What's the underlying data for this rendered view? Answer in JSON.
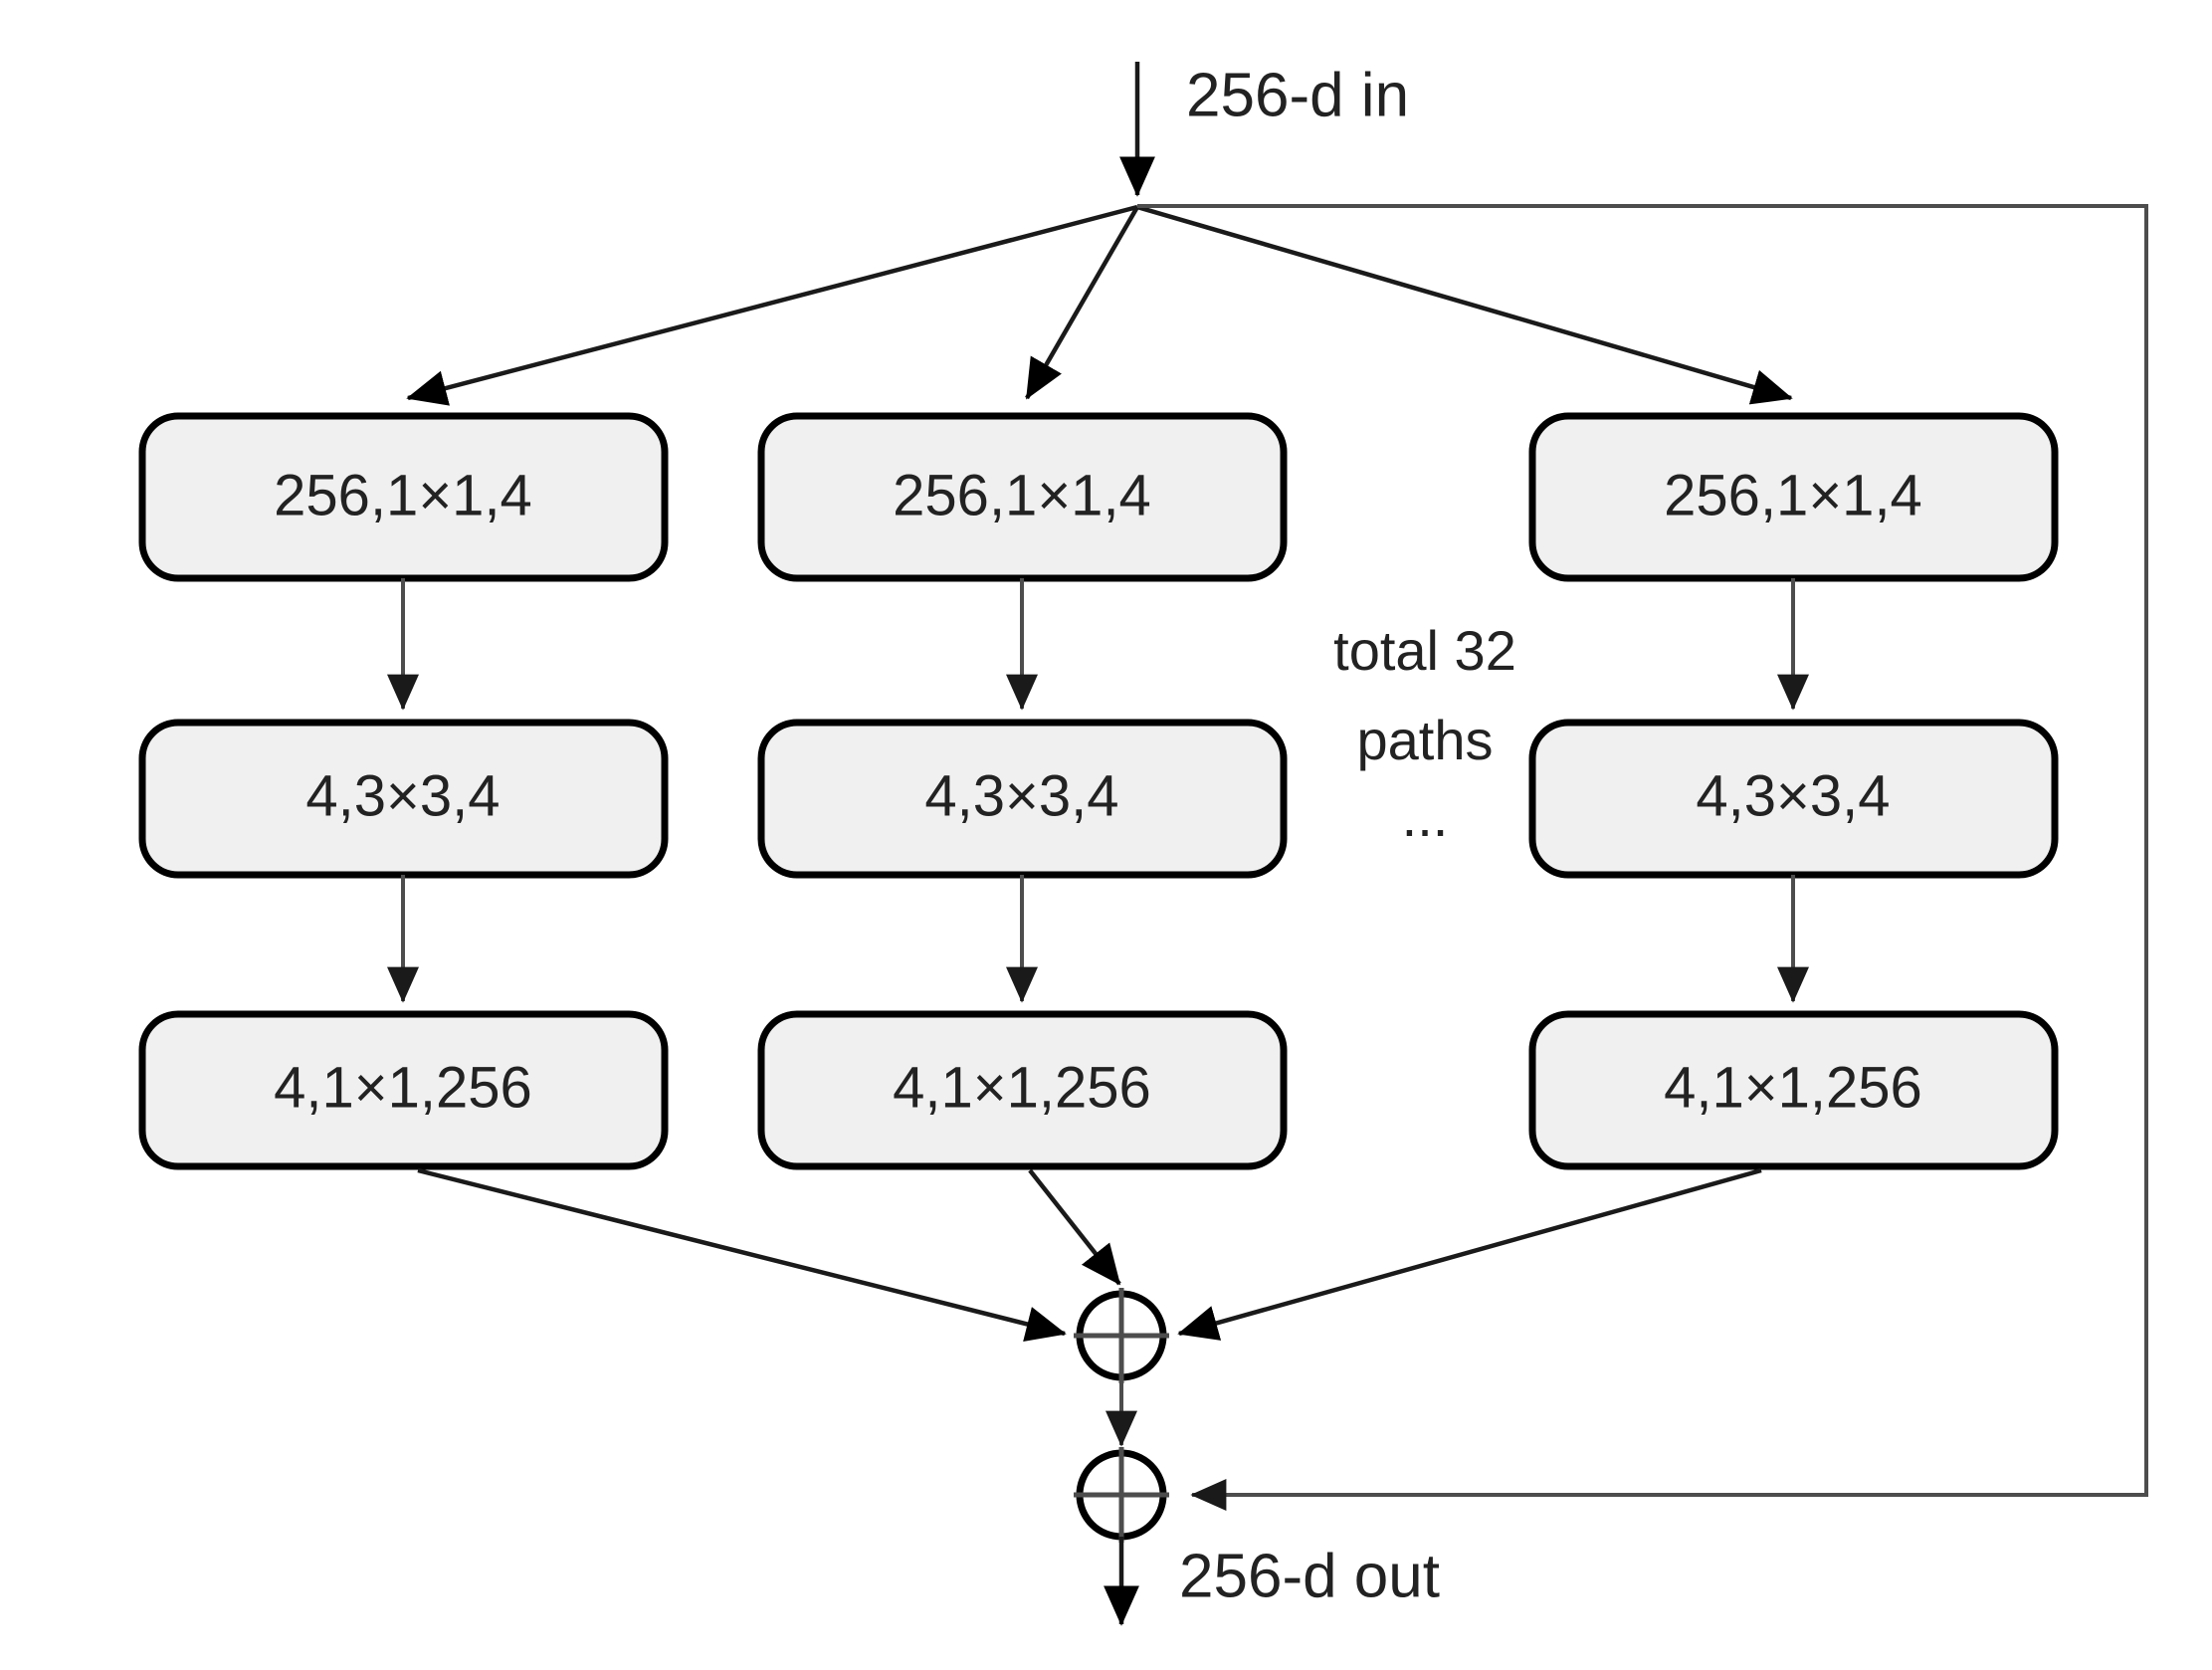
{
  "diagram": {
    "title_input": "256-d in",
    "title_output": "256-d out",
    "note_line1": "total 32",
    "note_line2": "paths",
    "note_ellipsis": "...",
    "colors": {
      "box_fill": "#f0f0f0",
      "box_stroke": "#000000",
      "edge": "#4d4d4d",
      "text": "#222222",
      "background": "#ffffff"
    },
    "paths": [
      {
        "id": "path-1",
        "layers": [
          {
            "id": "p1-l1",
            "label": "256,1×1,4"
          },
          {
            "id": "p1-l2",
            "label": "4,3×3,4"
          },
          {
            "id": "p1-l3",
            "label": "4,1×1,256"
          }
        ]
      },
      {
        "id": "path-2",
        "layers": [
          {
            "id": "p2-l1",
            "label": "256,1×1,4"
          },
          {
            "id": "p2-l2",
            "label": "4,3×3,4"
          },
          {
            "id": "p2-l3",
            "label": "4,1×1,256"
          }
        ]
      },
      {
        "id": "path-32",
        "layers": [
          {
            "id": "p32-l1",
            "label": "256,1×1,4"
          },
          {
            "id": "p32-l2",
            "label": "4,3×3,4"
          },
          {
            "id": "p32-l3",
            "label": "4,1×1,256"
          }
        ]
      }
    ],
    "adders": [
      {
        "id": "adder-paths",
        "symbol": "plus-in-circle"
      },
      {
        "id": "adder-shortcut",
        "symbol": "plus-in-circle"
      }
    ]
  }
}
